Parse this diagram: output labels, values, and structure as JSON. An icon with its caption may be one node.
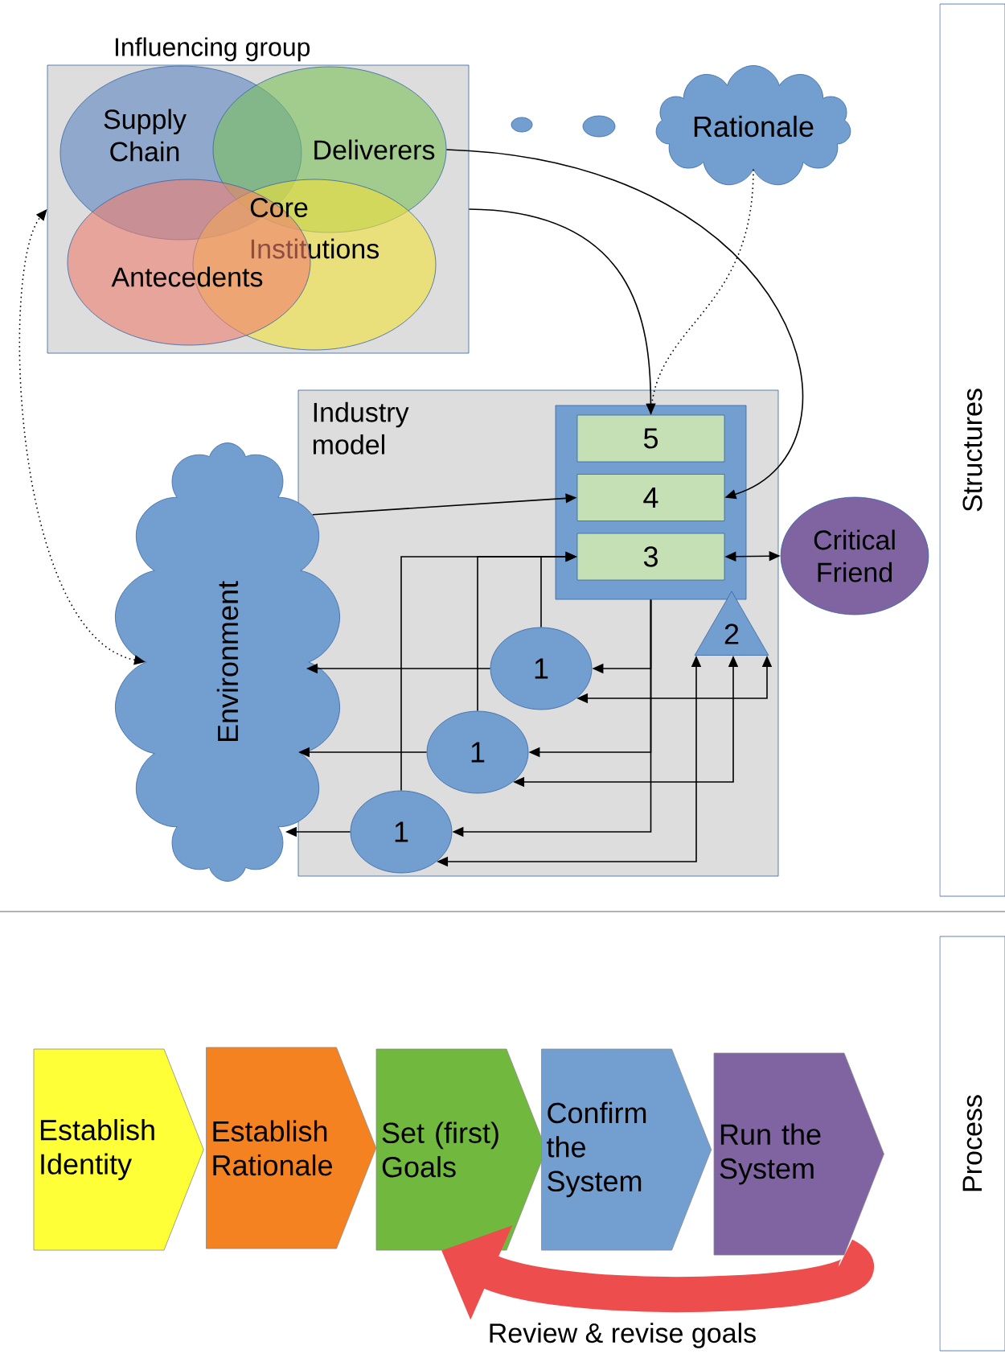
{
  "diagram": {
    "nodes": [
      {
        "text": [
          "Influencing group"
        ]
      },
      {
        "text": [
          "Supply Chain"
        ],
        "in": 0
      },
      {
        "text": [
          "Deliverers"
        ],
        "in": 0
      },
      {
        "text": [
          "Institutions"
        ],
        "in": 0
      },
      {
        "text": [
          "Antecedents"
        ],
        "in": 0
      },
      {
        "text": [
          "Rationale"
        ]
      },
      {
        "text": [
          "Industry model"
        ]
      },
      {
        "text": [],
        "shape": "box",
        "in": 6
      },
      {
        "text": [
          "5"
        ],
        "in": 7
      },
      {
        "text": [
          "4"
        ],
        "in": 7
      },
      {
        "text": [
          "3"
        ],
        "in": 7
      },
      {
        "text": [
          "Critical Friend"
        ]
      },
      {
        "text": [
          "2"
        ],
        "in": 6
      },
      {
        "text": [
          "1"
        ],
        "in": 6
      },
      {
        "text": [
          "1"
        ],
        "in": 6
      },
      {
        "text": [
          "1"
        ],
        "in": 6
      },
      {
        "text": [
          "Environment"
        ]
      },
      {
        "text": [
          "Structures"
        ]
      },
      {
        "text": [
          "Process"
        ]
      },
      {
        "text": [
          "Establish Identity"
        ]
      },
      {
        "text": [
          "Establish Rationale"
        ]
      },
      {
        "text": [
          "Set (first) Goals"
        ]
      },
      {
        "text": [
          "Confirm the System"
        ]
      },
      {
        "text": [
          "Run the System"
        ]
      }
    ],
    "edges": [
      {
        "from": 0,
        "to": 8,
        "arrow": "to"
      },
      {
        "from": 2,
        "to": 9,
        "arrow": "to"
      },
      {
        "from": 5,
        "to": 8,
        "arrow": "none",
        "style": "dashed"
      },
      {
        "from": 16,
        "to": 0,
        "arrow": "both",
        "style": "dashed"
      },
      {
        "from": 16,
        "to": 9,
        "arrow": "to"
      },
      {
        "from": 10,
        "to": 11,
        "arrow": "both"
      },
      {
        "from": 7,
        "to": 13,
        "arrow": "to"
      },
      {
        "from": 7,
        "to": 14,
        "arrow": "to"
      },
      {
        "from": 7,
        "to": 15,
        "arrow": "to"
      },
      {
        "from": 13,
        "to": 16,
        "arrow": "to"
      },
      {
        "from": 14,
        "to": 16,
        "arrow": "to"
      },
      {
        "from": 15,
        "to": 16,
        "arrow": "to"
      },
      {
        "from": 13,
        "to": 10,
        "arrow": "to"
      },
      {
        "from": 14,
        "to": 10,
        "arrow": "to"
      },
      {
        "from": 15,
        "to": 10,
        "arrow": "to"
      },
      {
        "from": 12,
        "to": 13,
        "arrow": "both"
      },
      {
        "from": 12,
        "to": 14,
        "arrow": "both"
      },
      {
        "from": 12,
        "to": 15,
        "arrow": "both"
      },
      {
        "from": 23,
        "to": 21,
        "arrow": "to",
        "style": "thick",
        "color": "#ee4d4d",
        "label": "Review & revise goals"
      }
    ],
    "labels": [
      "Core"
    ]
  }
}
